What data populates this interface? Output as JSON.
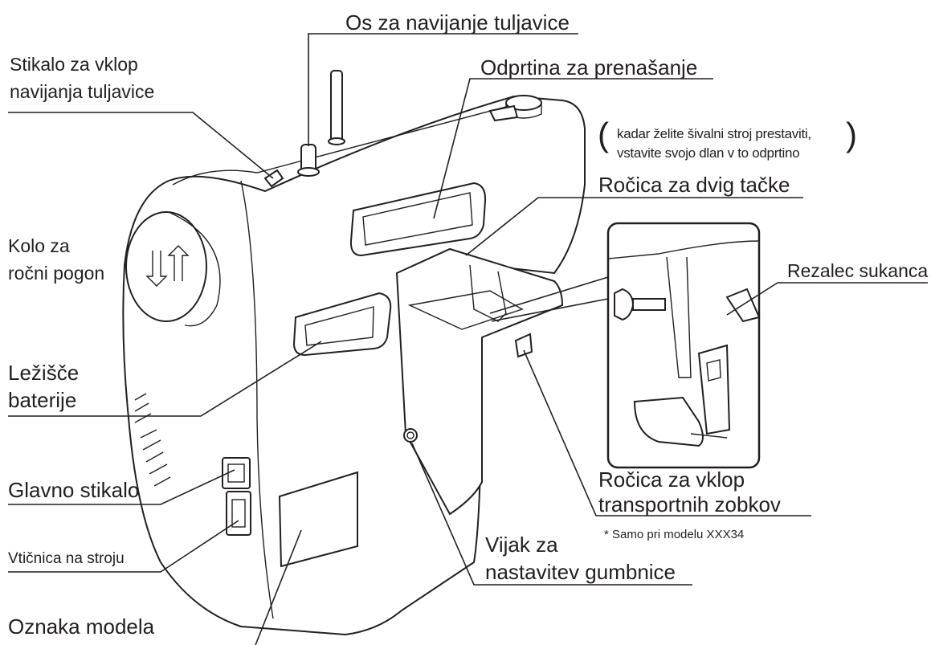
{
  "labels": {
    "bobbin_winder_shaft": "Os za navijanje tuljavice",
    "bobbin_winder_switch_line1": "Stikalo za vklop",
    "bobbin_winder_switch_line2": "navijanja tuljavice",
    "carrying_opening": "Odprtina za prenašanje",
    "carry_note_line1": "kadar želite šivalni stroj prestaviti,",
    "carry_note_line2": "vstavite svojo dlan v to odprtino",
    "presser_lever": "Ročica za dvig tačke",
    "handwheel_line1": "Kolo za",
    "handwheel_line2": "ročni pogon",
    "thread_cutter": "Rezalec sukanca",
    "battery_line1": "Ležišče",
    "battery_line2": "baterije",
    "main_switch": "Glavno stikalo",
    "machine_socket": "Vtičnica na stroju",
    "feed_dog_line1": "Ročica za vklop",
    "feed_dog_line2": "transportnih zobkov",
    "model_note": "*  Samo pri modelu XXX34",
    "buttonhole_screw_line1": "Vijak za",
    "buttonhole_screw_line2": "nastavitev gumbnice",
    "model_label": "Oznaka modela"
  }
}
